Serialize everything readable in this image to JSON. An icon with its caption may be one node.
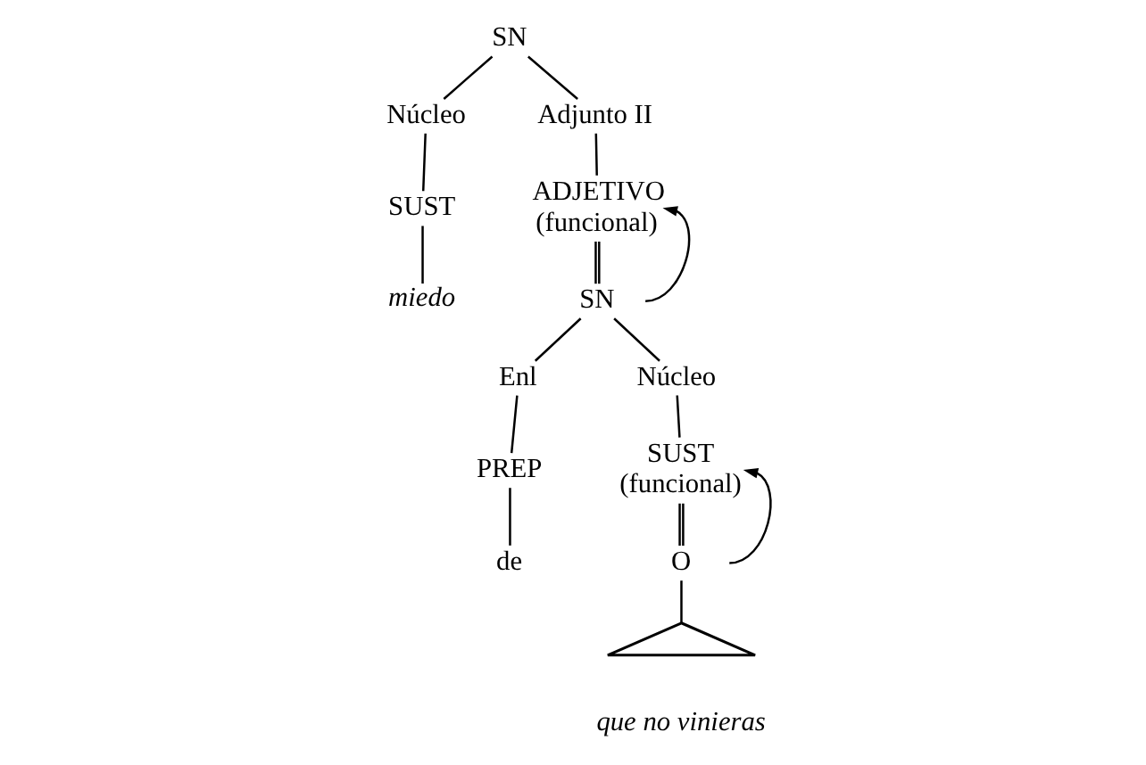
{
  "diagram": {
    "nodes": [
      {
        "text": [
          "SN"
        ]
      },
      {
        "text": [
          "Núcleo"
        ]
      },
      {
        "text": [
          "SUST"
        ]
      },
      {
        "text": [
          "miedo"
        ]
      },
      {
        "text": [
          "Adjunto II"
        ]
      },
      {
        "text": [
          "ADJETIVO",
          "(funcional)"
        ]
      },
      {
        "text": [
          "SN"
        ]
      },
      {
        "text": [
          "Enl"
        ]
      },
      {
        "text": [
          "PREP"
        ]
      },
      {
        "text": [
          "de"
        ]
      },
      {
        "text": [
          "Núcleo"
        ]
      },
      {
        "text": [
          "SUST",
          "(funcional)"
        ]
      },
      {
        "text": [
          "O"
        ]
      },
      {
        "text": [],
        "shape": "triangle",
        "beside": [
          "que no vinieras"
        ]
      }
    ],
    "edges": [
      {
        "from": 0,
        "to": 1,
        "arrow": "none"
      },
      {
        "from": 1,
        "to": 2,
        "arrow": "none"
      },
      {
        "from": 2,
        "to": 3,
        "arrow": "none"
      },
      {
        "from": 0,
        "to": 4,
        "arrow": "none"
      },
      {
        "from": 4,
        "to": 5,
        "arrow": "none"
      },
      {
        "from": 5,
        "to": 6,
        "arrow": "none"
      },
      {
        "from": 6,
        "to": 7,
        "arrow": "none"
      },
      {
        "from": 7,
        "to": 8,
        "arrow": "none"
      },
      {
        "from": 8,
        "to": 9,
        "arrow": "none"
      },
      {
        "from": 6,
        "to": 10,
        "arrow": "none"
      },
      {
        "from": 10,
        "to": 11,
        "arrow": "none"
      },
      {
        "from": 11,
        "to": 12,
        "arrow": "none"
      },
      {
        "from": 12,
        "to": 13,
        "arrow": "none"
      },
      {
        "from": 6,
        "to": 5,
        "arrow": "to"
      },
      {
        "from": 12,
        "to": 11,
        "arrow": "to"
      }
    ]
  }
}
